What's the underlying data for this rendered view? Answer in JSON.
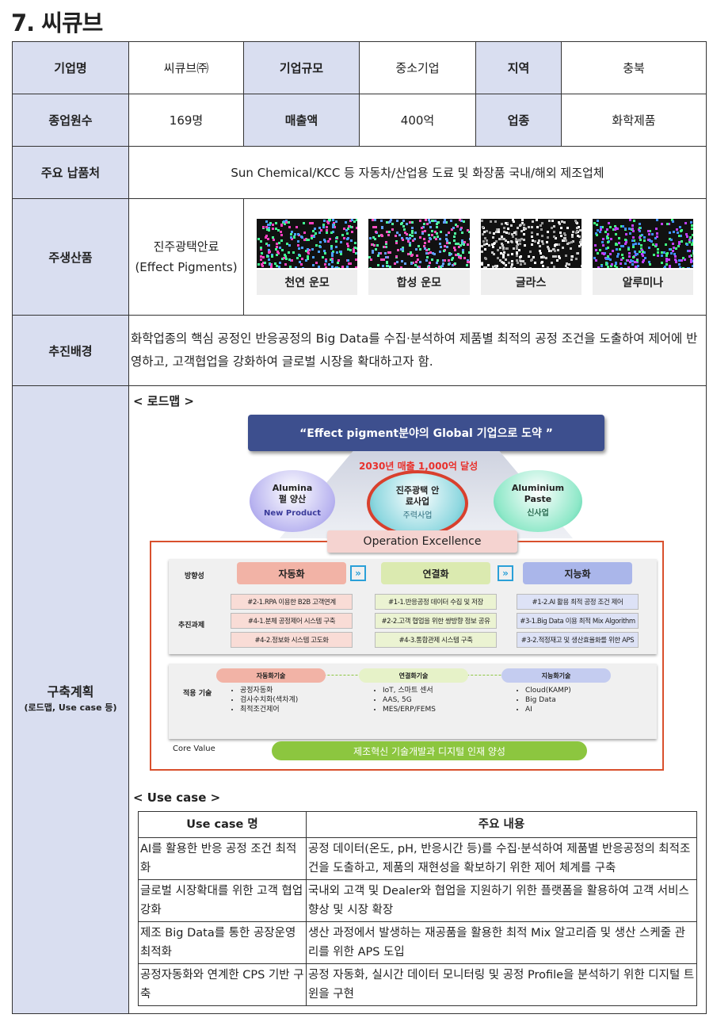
{
  "title": "7. 씨큐브",
  "info": {
    "company_label": "기업명",
    "company": "씨큐브㈜",
    "size_label": "기업규모",
    "size": "중소기업",
    "region_label": "지역",
    "region": "충북",
    "employees_label": "종업원수",
    "employees": "169명",
    "sales_label": "매출액",
    "sales": "400억",
    "industry_label": "업종",
    "industry": "화학제품",
    "clients_label": "주요 납품처",
    "clients": "Sun Chemical/KCC 등 자동차/산업용 도료 및 화장품 국내/해외 제조업체",
    "product_label": "주생산품",
    "product_name": "진주광택안료",
    "product_sub": "(Effect Pigments)",
    "products": [
      "천연 운모",
      "합성 운모",
      "글라스",
      "알루미나"
    ],
    "background_label": "추진배경",
    "background": "화학업종의 핵심 공정인 반응공정의 Big Data를 수집·분석하여 제품별 최적의 공정 조건을 도출하여 제어에 반영하고, 고객협업을 강화하여 글로벌 시장을 확대하고자 함.",
    "plan_label": "구축계획",
    "plan_sub": "(로드맵, Use case 등)"
  },
  "roadmap": {
    "heading": "< 로드맵 >",
    "goal": "“Effect pigment분야의 Global 기업으로 도약 ”",
    "target": "2030년 매출 1,000억 달성",
    "circles": [
      {
        "title": "Alumina펄 양산",
        "sub": "New Product"
      },
      {
        "title": "진주광택 안료사업",
        "sub": "주력사업"
      },
      {
        "title": "Aluminium Paste",
        "sub": "신사업"
      }
    ],
    "oe": "Operation Excellence",
    "direction_label": "방향성",
    "directions": [
      "자동화",
      "연결화",
      "지능화"
    ],
    "tasks_label": "추진과제",
    "tasks": [
      [
        "#2-1.RPA 이용한 B2B 고객연계",
        "#4-1.분체 공정제어 시스템 구축",
        "#4-2.정보화 시스템 고도화"
      ],
      [
        "#1-1.반응공정 데이터 수집 및 저장",
        "#2-2.고객 협업을 위한 쌍방향 정보 공유",
        "#4-3.통합관제 시스템 구축"
      ],
      [
        "#1-2.AI 활용 최적 공정 조건 제어",
        "#3-1.Big Data 이용 최적 Mix Algorithm",
        "#3-2.적정재고 및 생산효율화를 위한 APS"
      ]
    ],
    "tech_label": "적용 기술",
    "tech": [
      {
        "name": "자동화기술",
        "items": [
          "공정자동화",
          "검사수치화(색차계)",
          "최적조건제어"
        ]
      },
      {
        "name": "연결화기술",
        "items": [
          "IoT, 스마트 센서",
          "AAS, 5G",
          "MES/ERP/FEMS"
        ]
      },
      {
        "name": "지능화기술",
        "items": [
          "Cloud(KAMP)",
          "Big Data",
          "AI"
        ]
      }
    ],
    "core_label": "Core Value",
    "core": "제조혁신 기술개발과 디지털 인재 양성",
    "colors": {
      "auto": "#f2b3a6",
      "connect": "#dbeab0",
      "intel": "#aab6ea",
      "core": "#8cc63f",
      "frame": "#d9502d",
      "goal": "#3d4f8e"
    }
  },
  "usecase": {
    "heading": "< Use case >",
    "headers": [
      "Use case 명",
      "주요 내용"
    ],
    "rows": [
      [
        "AI를 활용한 반응 공정 조건 최적화",
        "공정 데이터(온도, pH, 반응시간 등)를 수집·분석하여 제품별 반응공정의 최적조건을 도출하고, 제품의 재현성을 확보하기 위한 제어 체계를 구축"
      ],
      [
        "글로벌 시장확대를 위한 고객 협업 강화",
        "국내외 고객 및 Dealer와 협업을 지원하기 위한 플랫폼을 활용하여 고객 서비스 향상 및 시장 확장"
      ],
      [
        "제조 Big Data를 통한 공장운영 최적화",
        "생산 과정에서 발생하는 재공품을 활용한 최적 Mix 알고리즘 및 생산 스케줄 관리를 위한 APS 도입"
      ],
      [
        "공정자동화와 연계한 CPS 기반 구축",
        "공정 자동화, 실시간 데이터 모니터링 및 공정 Profile을 분석하기 위한 디지털 트윈을 구현"
      ]
    ]
  }
}
